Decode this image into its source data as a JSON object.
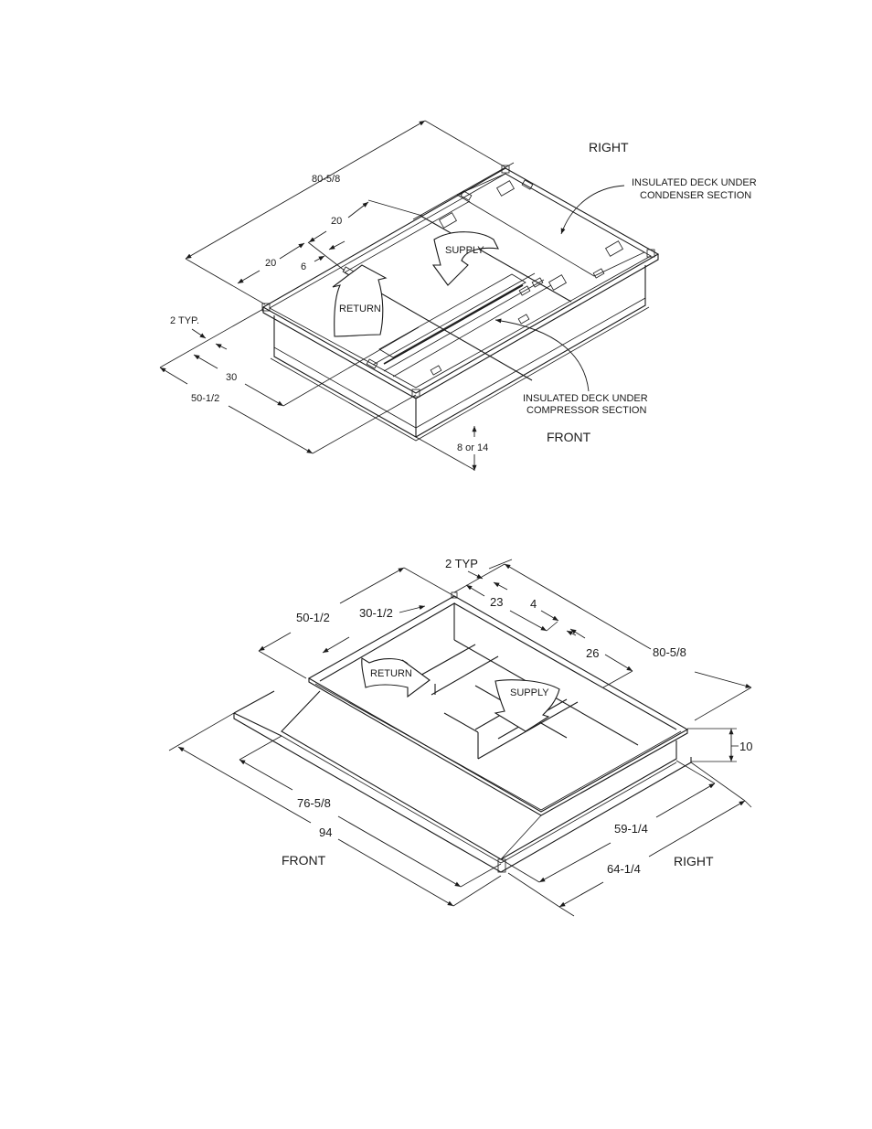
{
  "diagram1": {
    "labels": {
      "right": "RIGHT",
      "front": "FRONT",
      "supply": "SUPPLY",
      "return": "RETURN",
      "condenser_line1": "INSULATED DECK UNDER",
      "condenser_line2": "CONDENSER SECTION",
      "compressor_line1": "INSULATED DECK UNDER",
      "compressor_line2": "COMPRESSOR SECTION"
    },
    "dims": {
      "length": "80-5/8",
      "d20_top": "20",
      "d20_left": "20",
      "d6": "6",
      "typ": "2 TYP.",
      "d30": "30",
      "width": "50-1/2",
      "height": "8 or 14"
    }
  },
  "diagram2": {
    "labels": {
      "right": "RIGHT",
      "front": "FRONT",
      "supply": "SUPPLY",
      "return": "RETURN"
    },
    "dims": {
      "typ": "2 TYP",
      "d23": "23",
      "d4": "4",
      "d50": "50-1/2",
      "d30": "30-1/2",
      "d26": "26",
      "length": "80-5/8",
      "d10": "10",
      "d76": "76-5/8",
      "d94": "94",
      "d59": "59-1/4",
      "d64": "64-1/4"
    }
  }
}
